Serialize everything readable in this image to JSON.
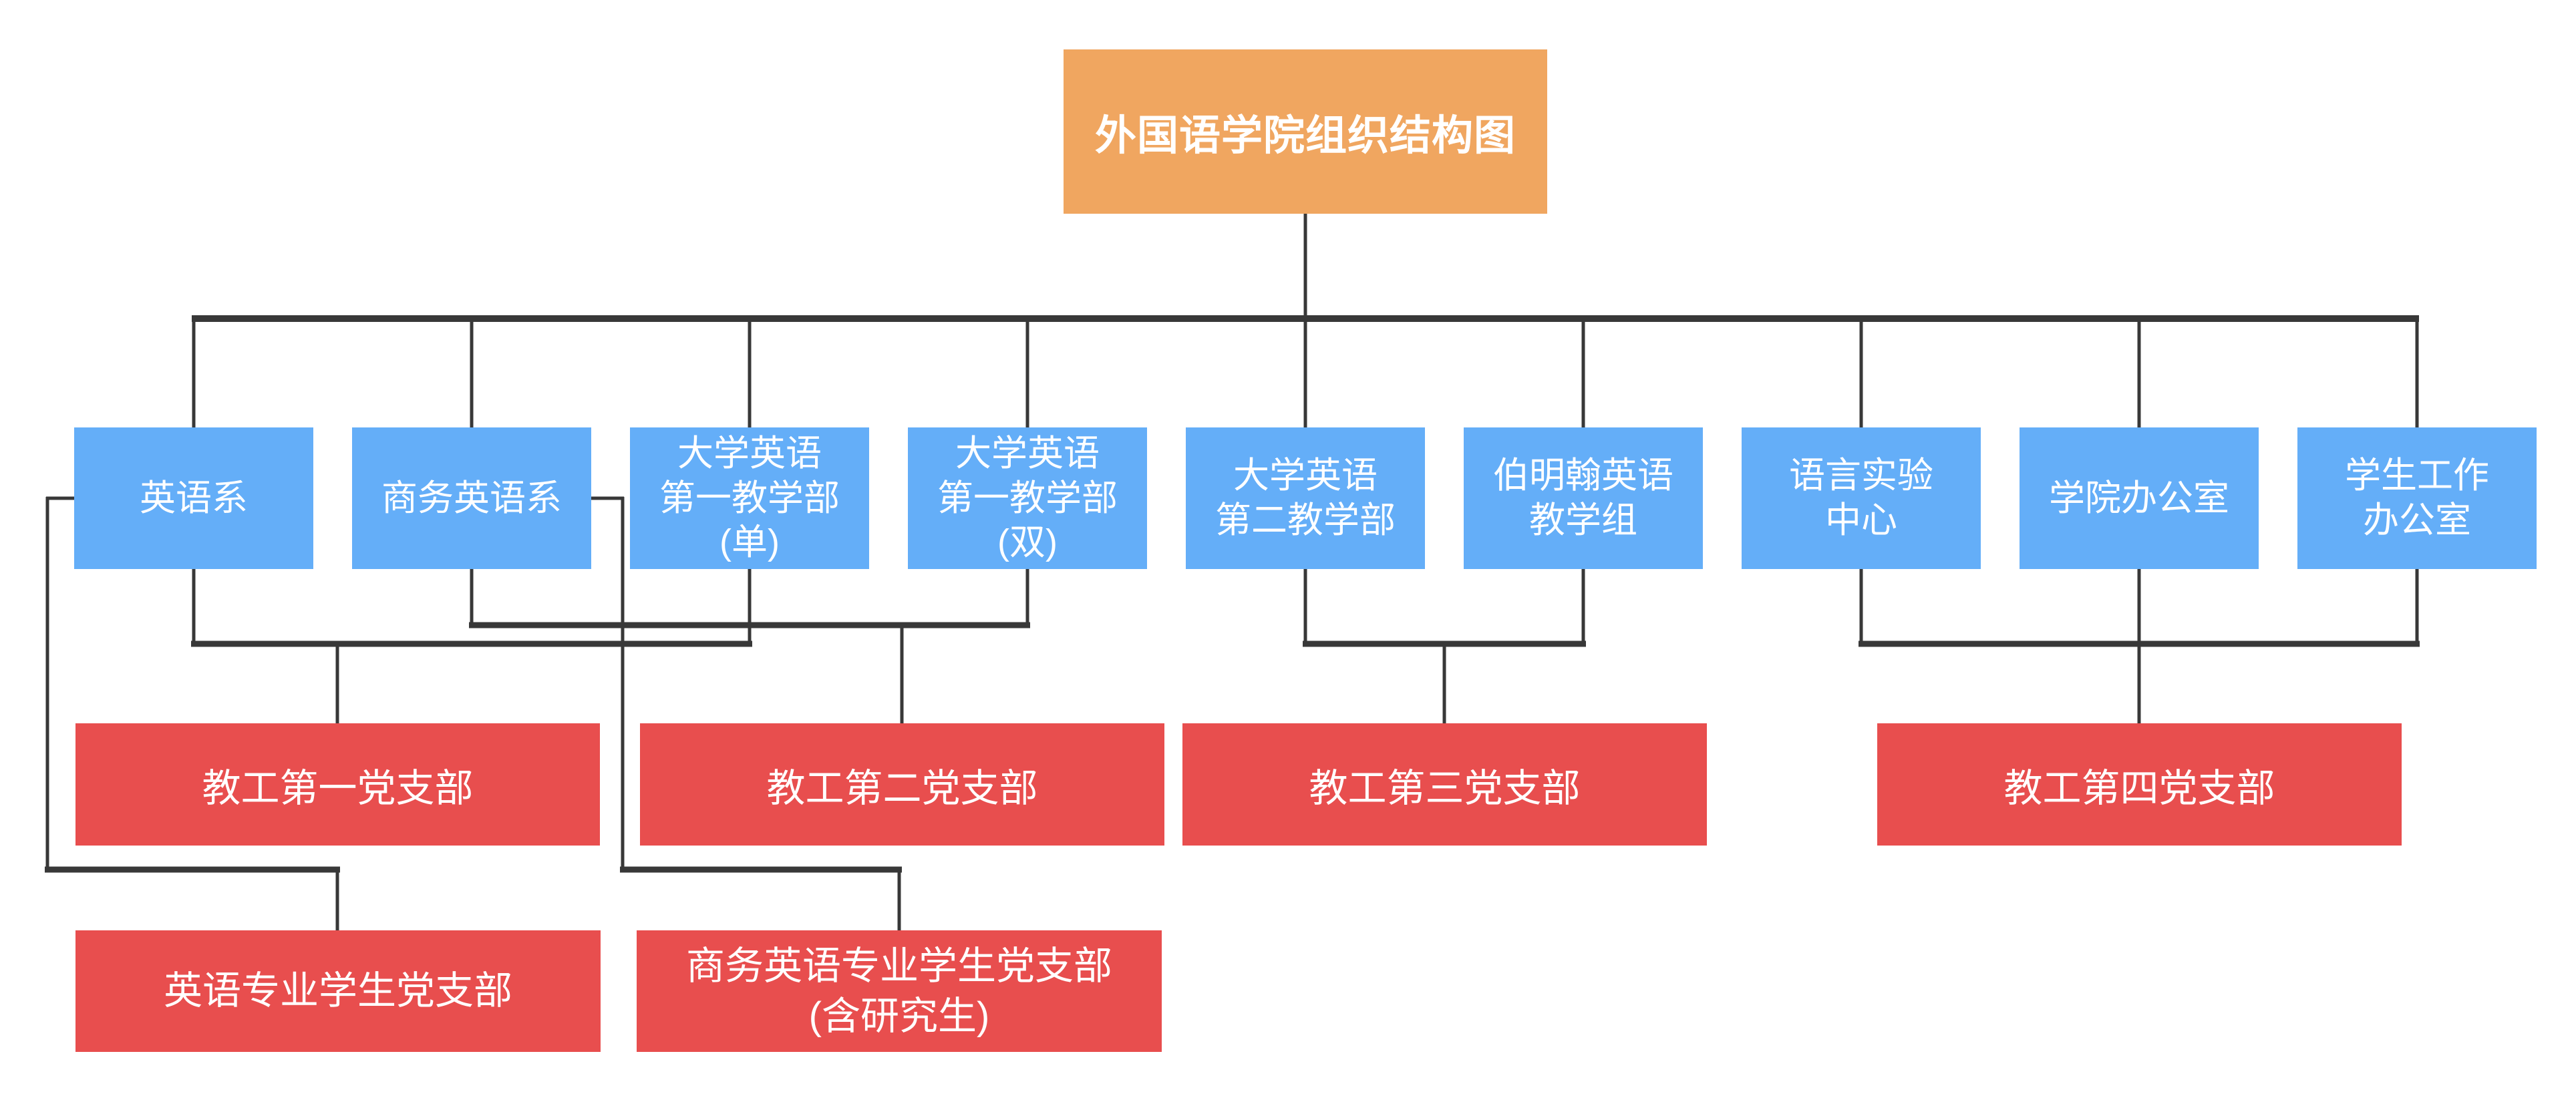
{
  "title": {
    "label": "外国语学院组织结构图"
  },
  "colors": {
    "root_fill": "#F0A660",
    "department_fill": "#64AEF8",
    "party_fill": "#E84E4E",
    "line": "#383838",
    "text": "#FFFFFF",
    "canvas_bg": "#FFFFFF"
  },
  "departments": [
    {
      "label": "英语系"
    },
    {
      "label": "商务英语系"
    },
    {
      "label": "大学英语\n第一教学部\n(单)"
    },
    {
      "label": "大学英语\n第一教学部\n(双)"
    },
    {
      "label": "大学英语\n第二教学部"
    },
    {
      "label": "伯明翰英语\n教学组"
    },
    {
      "label": "语言实验\n中心"
    },
    {
      "label": "学院办公室"
    },
    {
      "label": "学生工作\n办公室"
    }
  ],
  "faculty_party_branches": [
    {
      "label": "教工第一党支部"
    },
    {
      "label": "教工第二党支部"
    },
    {
      "label": "教工第三党支部"
    },
    {
      "label": "教工第四党支部"
    }
  ],
  "student_party_branches": [
    {
      "label": "英语专业学生党支部"
    },
    {
      "label": "商务英语专业学生党支部\n(含研究生)"
    }
  ],
  "connections": {
    "root_to": [
      "英语系",
      "商务英语系",
      "大学英语第一教学部(单)",
      "大学英语第一教学部(双)",
      "大学英语第二教学部",
      "伯明翰英语教学组",
      "语言实验中心",
      "学院办公室",
      "学生工作办公室"
    ],
    "faculty_party_links": [
      {
        "branch": "教工第一党支部",
        "members": [
          "英语系",
          "大学英语第一教学部(单)"
        ]
      },
      {
        "branch": "教工第二党支部",
        "members": [
          "商务英语系",
          "大学英语第一教学部(双)"
        ]
      },
      {
        "branch": "教工第三党支部",
        "members": [
          "大学英语第二教学部",
          "伯明翰英语教学组"
        ]
      },
      {
        "branch": "教工第四党支部",
        "members": [
          "语言实验中心",
          "学院办公室",
          "学生工作办公室"
        ]
      }
    ],
    "student_party_links": [
      {
        "branch": "英语专业学生党支部",
        "from": "英语系"
      },
      {
        "branch": "商务英语专业学生党支部(含研究生)",
        "from": "商务英语系"
      }
    ]
  }
}
